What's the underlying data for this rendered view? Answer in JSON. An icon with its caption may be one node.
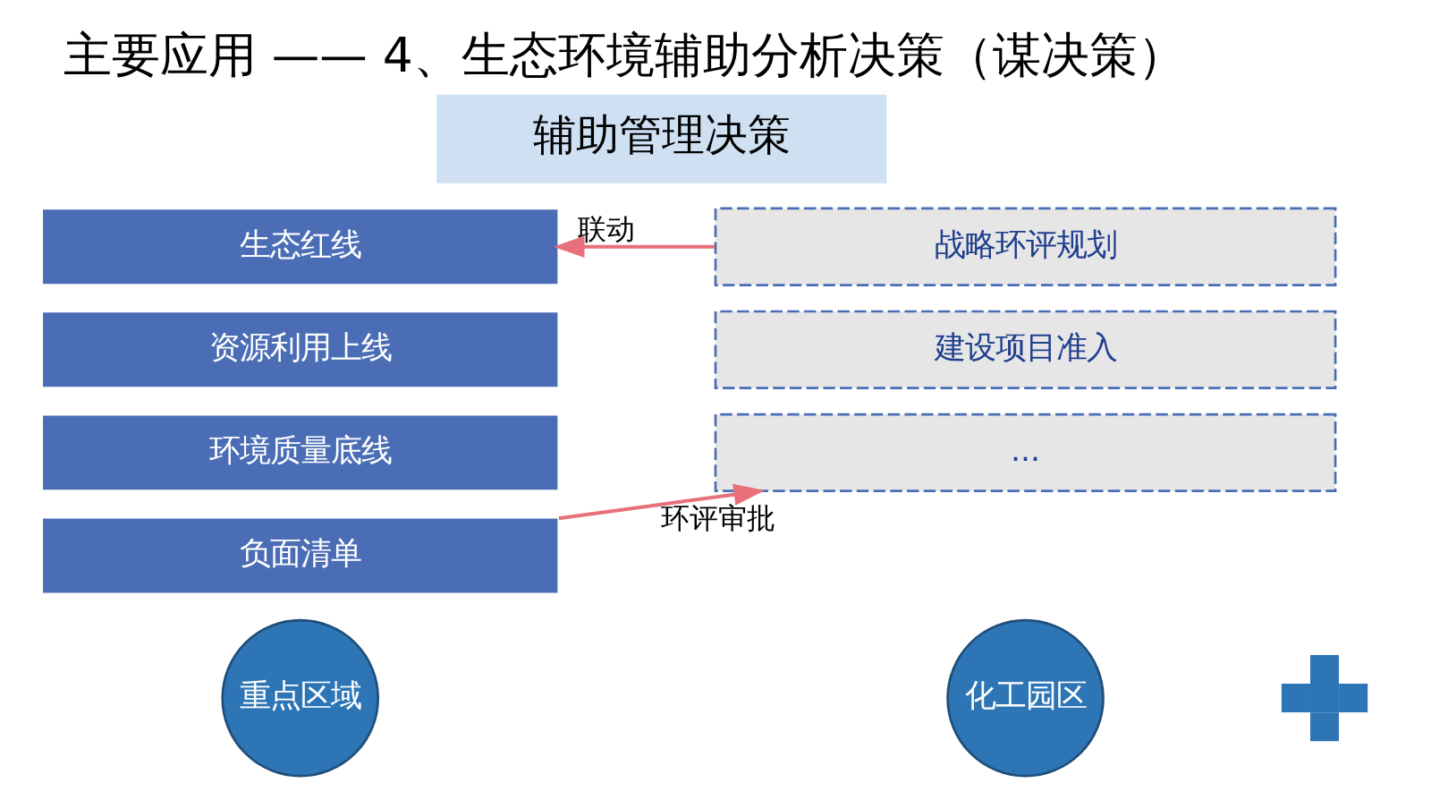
{
  "diagram": {
    "title": "主要应用 —— 4、生态环境辅助分析决策（谋决策）",
    "nodes": [
      {
        "text": [
          "辅助管理决策"
        ]
      },
      {
        "text": [
          "生态红线"
        ]
      },
      {
        "text": [
          "资源利用上线"
        ]
      },
      {
        "text": [
          "环境质量底线"
        ]
      },
      {
        "text": [
          "负面清单"
        ]
      },
      {
        "text": [
          "战略环评规划"
        ]
      },
      {
        "text": [
          "建设项目准入"
        ]
      },
      {
        "text": [
          "..."
        ]
      },
      {
        "text": [
          "重点区域"
        ]
      },
      {
        "text": [],
        "shape": "cross"
      },
      {
        "text": [
          "化工园区"
        ]
      }
    ],
    "edges": [
      {
        "from": 5,
        "to": 1,
        "arrow": "to",
        "label": "联动"
      },
      {
        "from": 4,
        "to": 7,
        "arrow": "to",
        "label": "环评审批"
      }
    ]
  }
}
